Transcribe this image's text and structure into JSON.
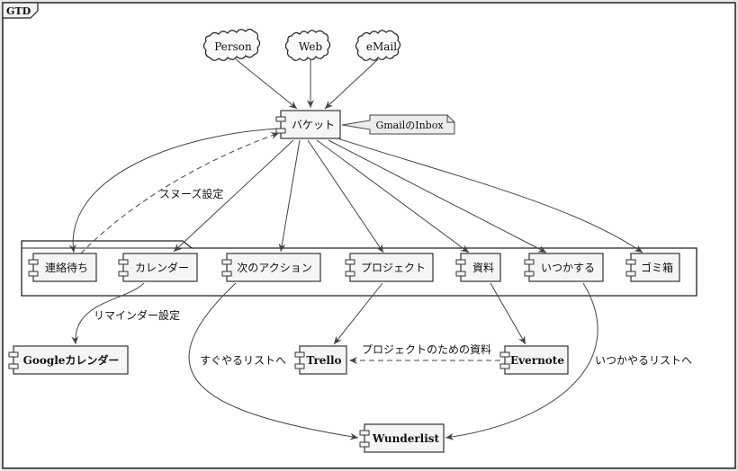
{
  "diagram": {
    "title": "GTD",
    "sources": {
      "person": "Person",
      "web": "Web",
      "email": "eMail"
    },
    "bucket": "バケット",
    "note": "GmailのInbox",
    "categories": {
      "waiting": "連絡待ち",
      "calendar": "カレンダー",
      "next_action": "次のアクション",
      "project": "プロジェクト",
      "reference": "資料",
      "someday": "いつかする",
      "trash": "ゴミ箱"
    },
    "tools": {
      "google_calendar": "Googleカレンダー",
      "trello": "Trello",
      "evernote": "Evernote",
      "wunderlist": "Wunderlist"
    },
    "edge_labels": {
      "snooze": "スヌーズ設定",
      "reminder": "リマインダー設定",
      "todo_list": "すぐやるリストへ",
      "project_reference": "プロジェクトのための資料",
      "someday_list": "いつかやるリストへ"
    }
  }
}
